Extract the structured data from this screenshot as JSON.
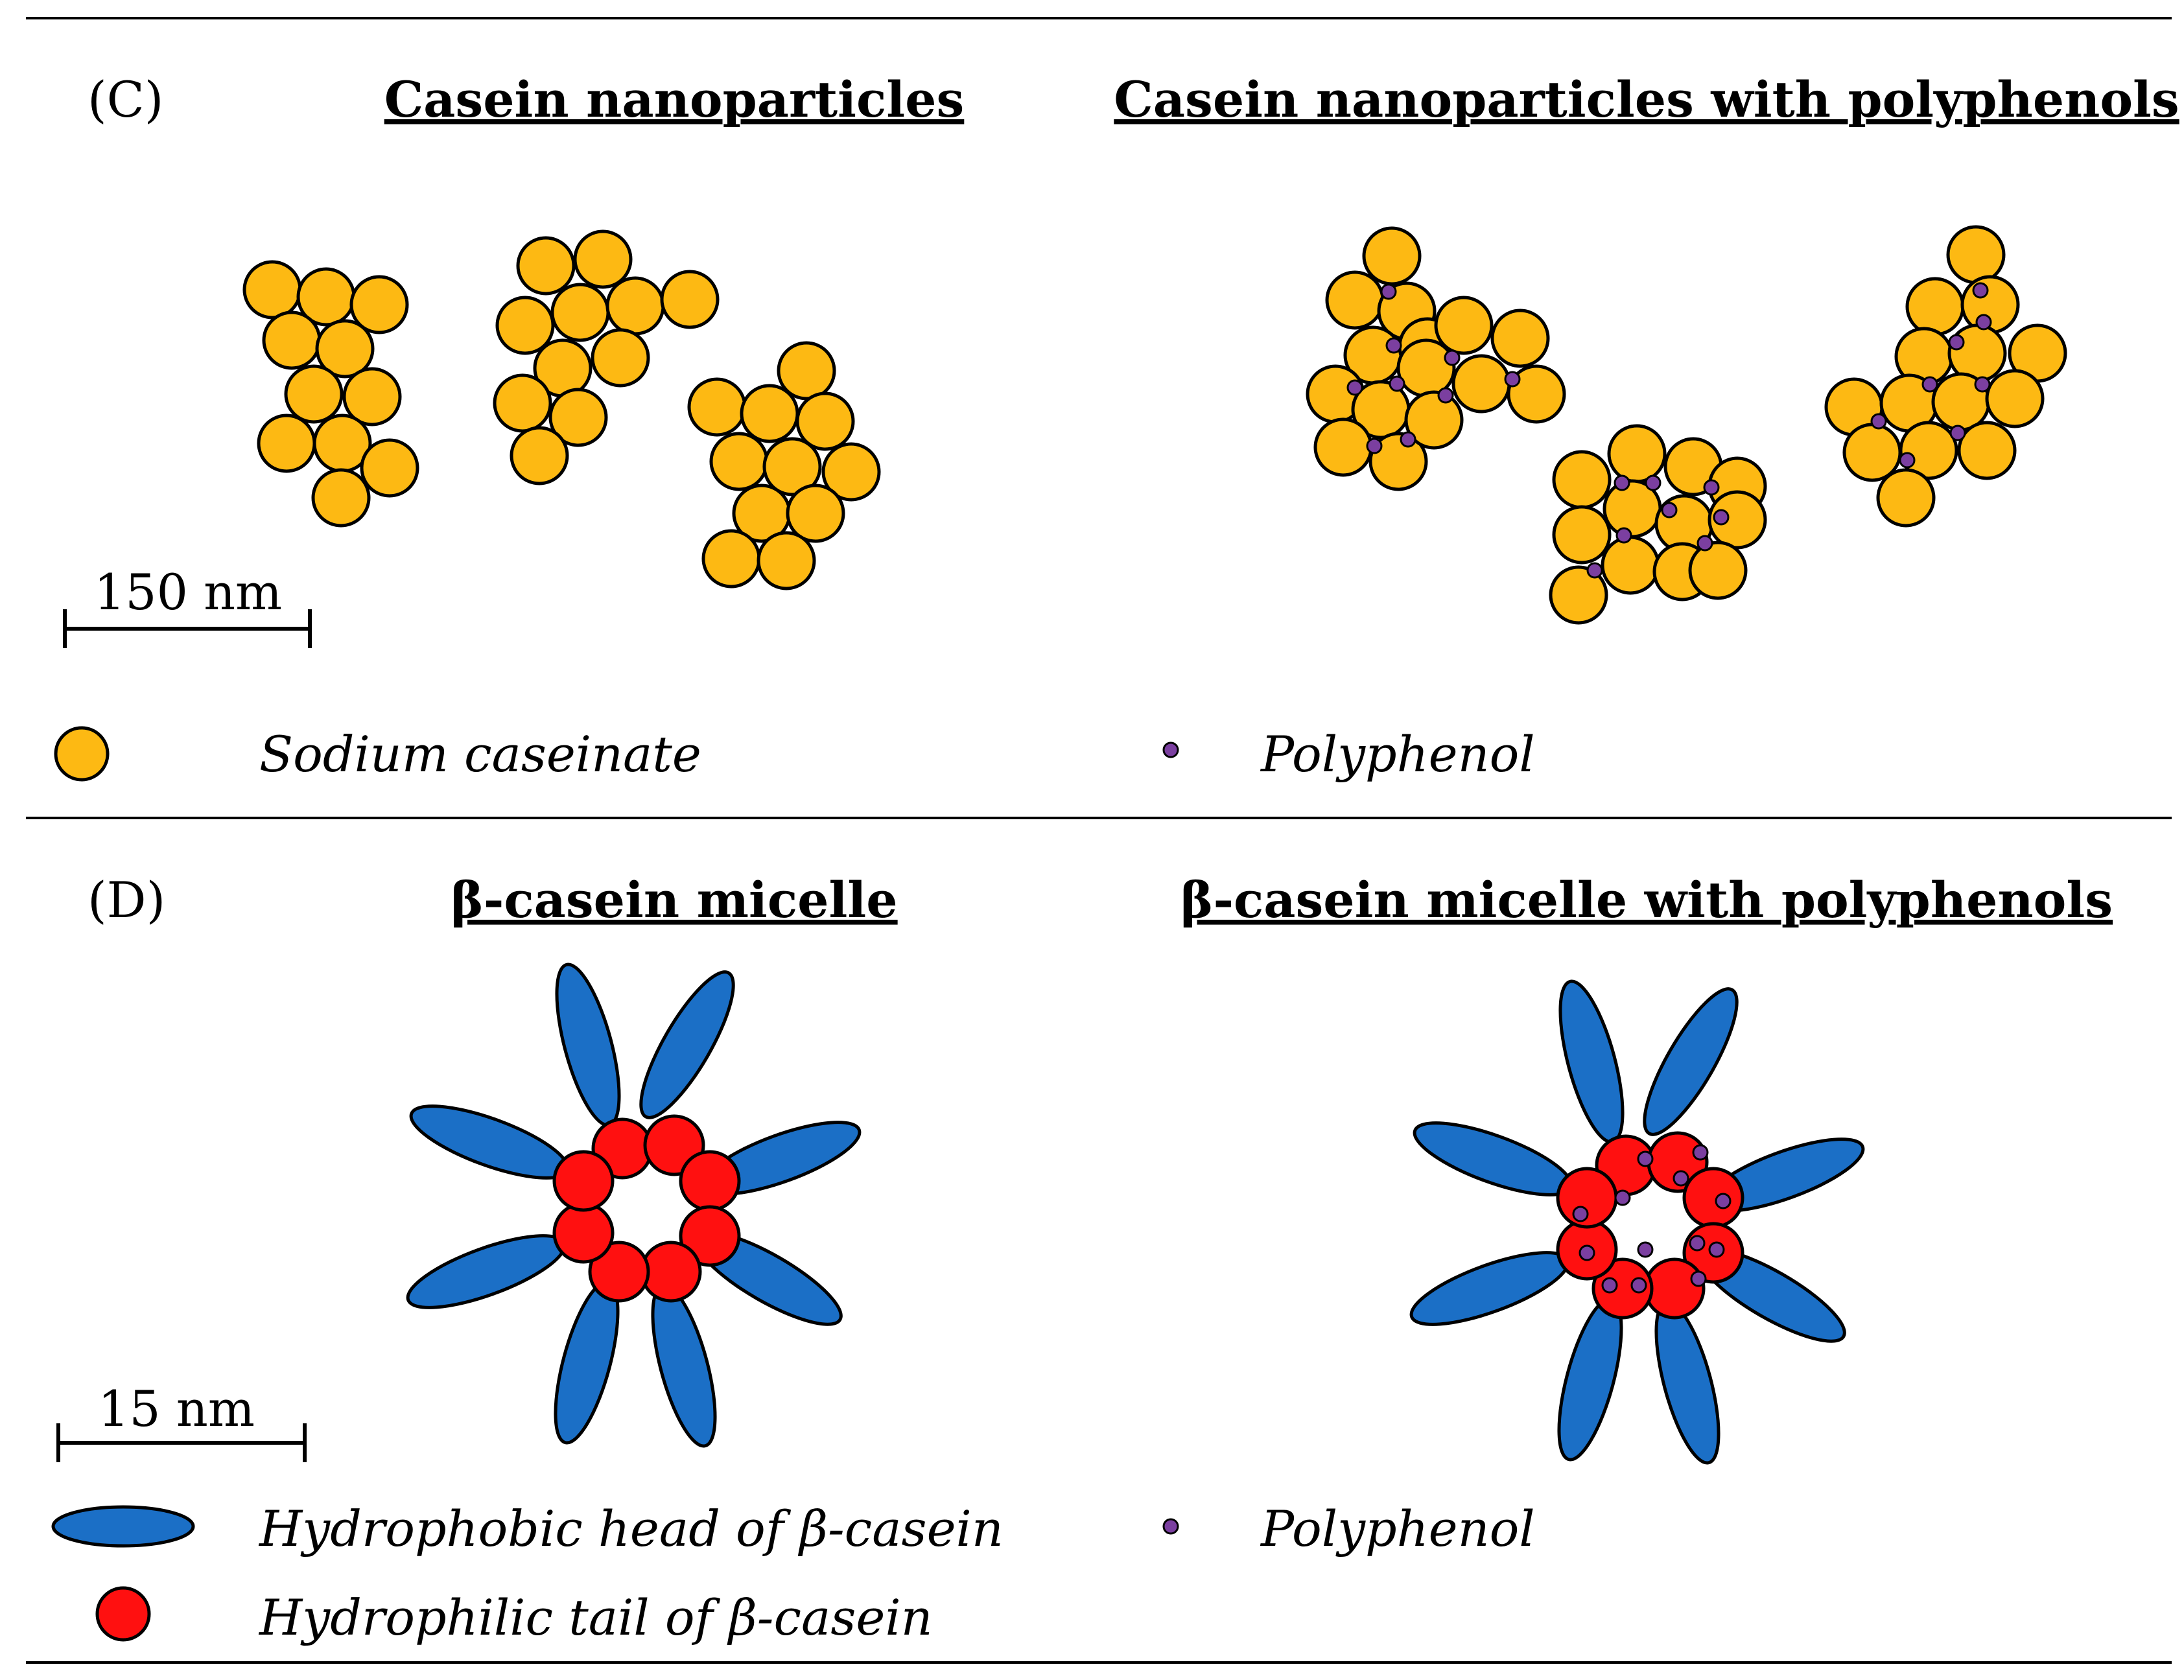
{
  "panel_c": {
    "label": "(C)",
    "title_left": "Casein nanoparticles",
    "title_right": "Casein nanoparticles with polyphenols",
    "scale_bar": "150 nm",
    "legend_left": "Sodium caseinate",
    "legend_right": "Polyphenol"
  },
  "panel_d": {
    "label": "(D)",
    "title_left": "β-casein micelle",
    "title_right": "β-casein micelle with polyphenols",
    "scale_bar": "15 nm",
    "legend_head": "Hydrophobic head of β-casein",
    "legend_tail": "Hydrophilic tail of β-casein",
    "legend_right": "Polyphenol"
  },
  "colors": {
    "caseinate": "#FDB913",
    "polyphenol": "#7B3FA0",
    "hydrophobic_head": "#1B6FC6",
    "hydrophilic_tail": "#FF1010",
    "outline": "#000000"
  }
}
